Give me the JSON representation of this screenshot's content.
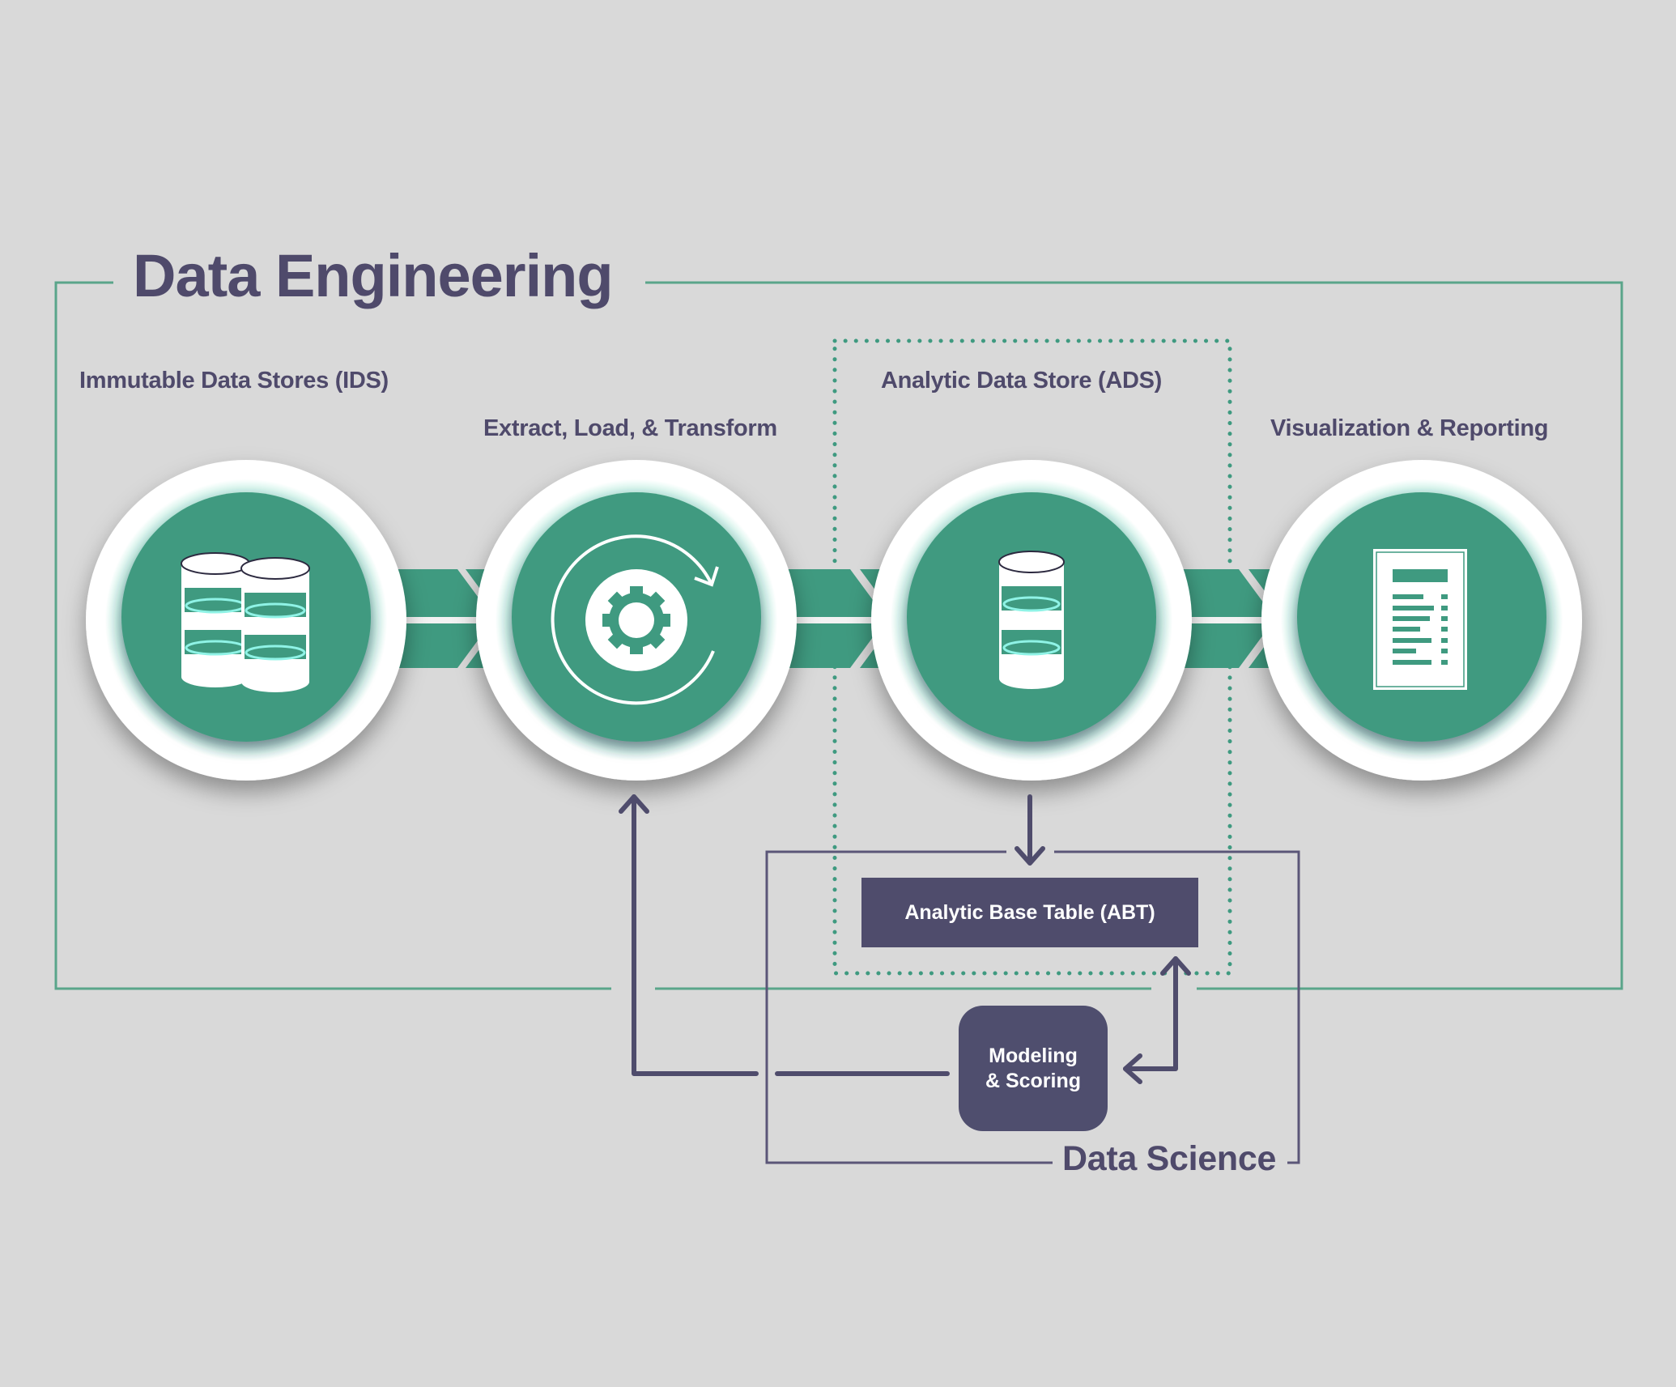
{
  "colors": {
    "background": "#d9d9d9",
    "accent_green": "#3f9a80",
    "frame_green": "#5aa58a",
    "dark_purple": "#4f4c6c",
    "label_text": "#4f4a6b",
    "white": "#ffffff"
  },
  "data_engineering": {
    "title": "Data Engineering",
    "stages": [
      {
        "id": "ids",
        "label": "Immutable Data Stores (IDS)",
        "icon": "database-pair-icon"
      },
      {
        "id": "elt",
        "label": "Extract, Load, & Transform",
        "icon": "gear-refresh-icon"
      },
      {
        "id": "ads",
        "label": "Analytic Data Store (ADS)",
        "icon": "database-icon"
      },
      {
        "id": "vis",
        "label": "Visualization & Reporting",
        "icon": "report-document-icon"
      }
    ]
  },
  "data_science": {
    "title": "Data Science",
    "abt_label": "Analytic Base Table (ABT)",
    "modeling_line1": "Modeling",
    "modeling_line2": "& Scoring"
  },
  "flows": [
    {
      "from": "Immutable Data Stores (IDS)",
      "to": "Extract, Load, & Transform"
    },
    {
      "from": "Extract, Load, & Transform",
      "to": "Analytic Data Store (ADS)"
    },
    {
      "from": "Analytic Data Store (ADS)",
      "to": "Visualization & Reporting"
    },
    {
      "from": "Analytic Data Store (ADS)",
      "to": "Analytic Base Table (ABT)"
    },
    {
      "from": "Modeling & Scoring",
      "to": "Analytic Base Table (ABT)"
    },
    {
      "from": "Modeling & Scoring",
      "to": "Extract, Load, & Transform"
    }
  ]
}
